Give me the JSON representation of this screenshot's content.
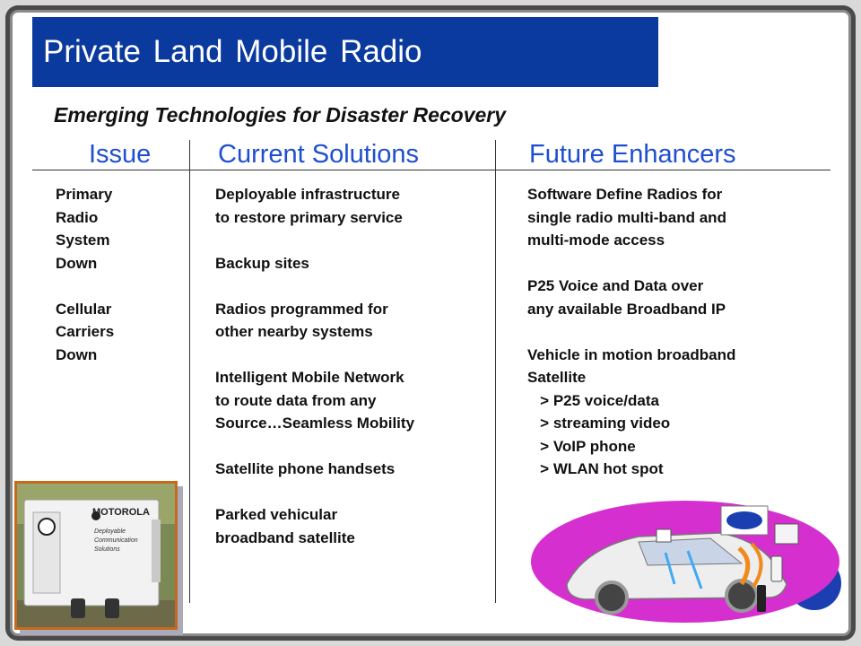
{
  "title": "Private Land Mobile Radio",
  "subtitle": "Emerging Technologies for Disaster Recovery",
  "columns": {
    "issue_header": "Issue",
    "solutions_header": "Current Solutions",
    "enhancers_header": "Future Enhancers"
  },
  "issue_lines": [
    "Primary",
    "Radio",
    "System",
    "Down",
    "",
    "Cellular",
    "Carriers",
    "Down"
  ],
  "solution_lines": [
    "Deployable infrastructure",
    "to restore primary service",
    "",
    "Backup sites",
    "",
    "Radios programmed for",
    "other nearby systems",
    "",
    "Intelligent Mobile Network",
    "to route data from any",
    "Source…Seamless Mobility",
    "",
    "Satellite phone handsets",
    "",
    "Parked vehicular",
    "broadband satellite"
  ],
  "enhancer_lines": [
    "Software Define Radios for",
    "single radio multi-band and",
    "multi-mode access",
    "",
    "P25 Voice and Data over",
    "any available Broadband IP",
    "",
    "Vehicle in motion broadband",
    "Satellite",
    "   > P25 voice/data",
    "   > streaming video",
    "   > VoIP phone",
    "   > WLAN hot spot"
  ],
  "trailer_photo": {
    "brand": "MOTOROLA",
    "caption_lines": [
      "Deployable",
      "Communication",
      "Solutions"
    ]
  },
  "colors": {
    "title_bar": "#0b3a9e",
    "header_text": "#1f4fd0",
    "oval": "#d62fcf",
    "photo_frame": "#c7691d"
  }
}
